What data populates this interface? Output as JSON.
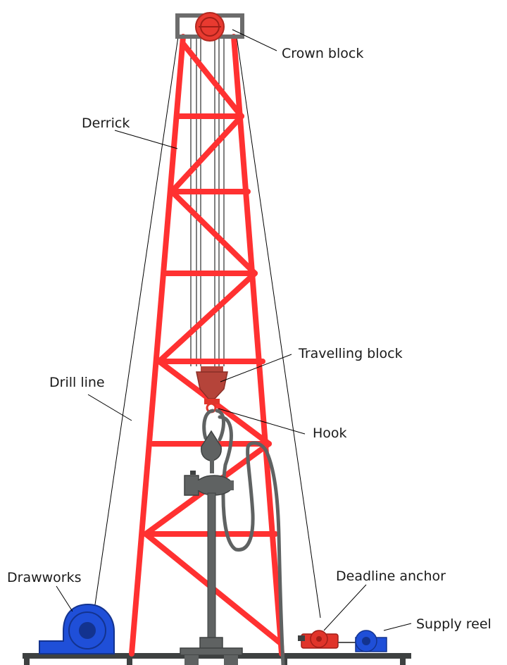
{
  "labels": {
    "crown_block": "Crown block",
    "derrick": "Derrick",
    "travelling_block": "Travelling block",
    "drill_line": "Drill line",
    "hook": "Hook",
    "drawworks": "Drawworks",
    "deadline_anchor": "Deadline anchor",
    "supply_reel": "Supply reel"
  },
  "colors": {
    "derrick": "#ff3131",
    "crown_sheave": "#e83a30",
    "travelling_block": "#b5443a",
    "equipment_grey": "#5f6262",
    "drawworks_blue": "#1f4fd8",
    "deadline_anchor_red": "#e0342a",
    "ground_dark": "#3e4141",
    "line": "#000000"
  }
}
